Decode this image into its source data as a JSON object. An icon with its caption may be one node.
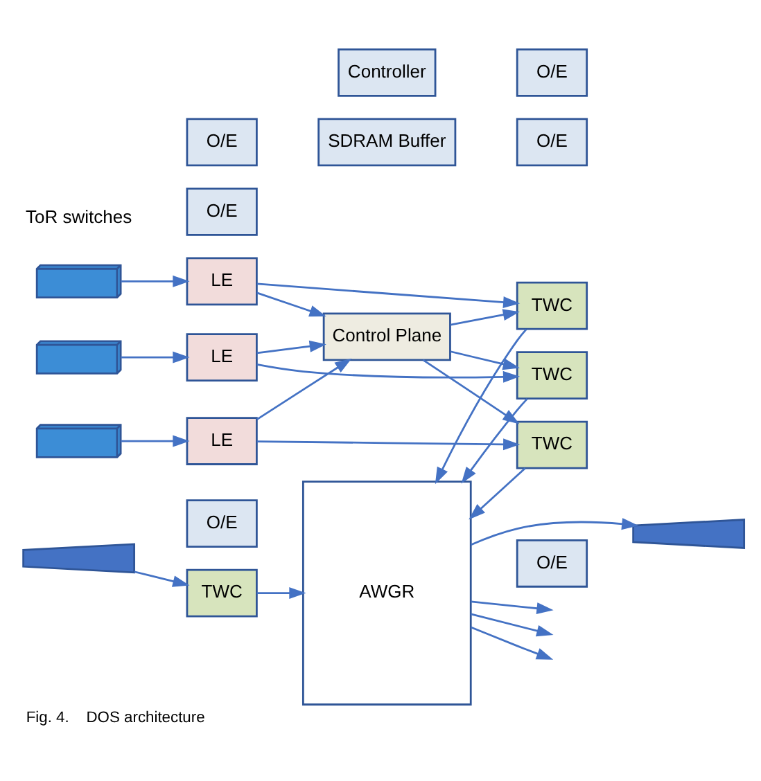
{
  "diagram": {
    "caption": "Fig. 4.    DOS architecture",
    "nodes": [
      {
        "text": [
          "Control Plane"
        ]
      },
      {
        "text": [],
        "shape": "picture"
      },
      {
        "text": [
          "LE"
        ]
      },
      {
        "text": [
          "TWC"
        ]
      },
      {
        "text": [],
        "shape": "picture"
      },
      {
        "text": [
          "LE"
        ]
      },
      {
        "text": [
          "TWC"
        ]
      },
      {
        "text": [],
        "shape": "picture"
      },
      {
        "text": [
          "LE"
        ]
      },
      {
        "text": [
          "TWC"
        ]
      },
      {
        "text": [
          "TWC"
        ]
      },
      {
        "text": [
          "AWGR"
        ]
      },
      {
        "text": [],
        "shape": "trapezoid"
      },
      {
        "text": [
          "O/E"
        ]
      },
      {
        "text": [
          "O/E"
        ]
      },
      {
        "text": [
          "O/E"
        ]
      },
      {
        "text": [
          "SDRAM Buffer"
        ]
      },
      {
        "text": [
          "Controller"
        ]
      },
      {
        "text": [
          "O/E"
        ]
      },
      {
        "text": [
          "O/E"
        ]
      },
      {
        "text": [
          "O/E"
        ]
      },
      {
        "text": [],
        "shape": "trapezoid"
      }
    ],
    "edges": [
      {
        "from": 1,
        "to": 2,
        "arrow": "to"
      },
      {
        "from": 4,
        "to": 5,
        "arrow": "to"
      },
      {
        "from": 7,
        "to": 8,
        "arrow": "to"
      },
      {
        "from": 2,
        "to": 3,
        "arrow": "to"
      },
      {
        "from": 5,
        "to": 6,
        "arrow": "to"
      },
      {
        "from": 8,
        "to": 9,
        "arrow": "to"
      },
      {
        "from": 2,
        "to": 0,
        "arrow": "to"
      },
      {
        "from": 5,
        "to": 0,
        "arrow": "to"
      },
      {
        "from": 8,
        "to": 0,
        "arrow": "to"
      },
      {
        "from": 0,
        "to": 3,
        "arrow": "to"
      },
      {
        "from": 0,
        "to": 6,
        "arrow": "to"
      },
      {
        "from": 0,
        "to": 9,
        "arrow": "to"
      },
      {
        "from": 3,
        "to": 11,
        "arrow": "to"
      },
      {
        "from": 6,
        "to": 11,
        "arrow": "to"
      },
      {
        "from": 9,
        "to": 11,
        "arrow": "to"
      },
      {
        "from": 10,
        "to": 11,
        "arrow": "to"
      },
      {
        "from": 11,
        "to": null,
        "arrow": "to"
      },
      {
        "from": 11,
        "to": null,
        "arrow": "to"
      },
      {
        "from": 11,
        "to": null,
        "arrow": "to"
      },
      {
        "from": 11,
        "to": 21,
        "arrow": "to"
      },
      {
        "from": 12,
        "to": 10,
        "arrow": "to"
      }
    ],
    "labels": [
      "ToR switches"
    ]
  }
}
